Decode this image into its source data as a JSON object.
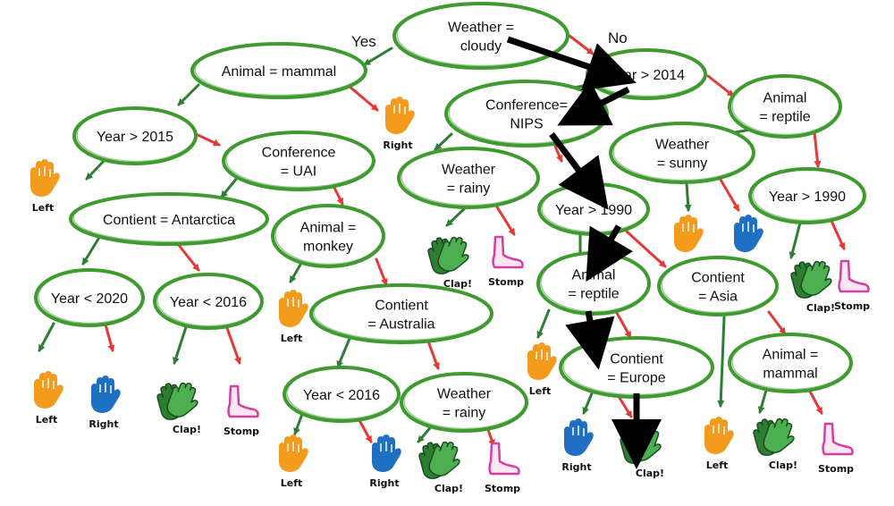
{
  "colors": {
    "node_stroke": "#3f9a2f",
    "yes_edge": "#2e7d32",
    "no_edge": "#e53935",
    "path_arrow": "#000000",
    "left_hand": "#f29b1d",
    "right_hand": "#1f6fc2",
    "clap": "#2e7d32",
    "stomp": "#d63fa0"
  },
  "branch_labels": {
    "yes": "Yes",
    "no": "No"
  },
  "nodes": {
    "n1": {
      "lines": [
        "Weather =",
        "cloudy"
      ]
    },
    "n2": {
      "lines": [
        "Animal = mammal"
      ]
    },
    "n3": {
      "lines": [
        "Year > 2014"
      ]
    },
    "n4": {
      "lines": [
        "Year > 2015"
      ]
    },
    "n5": {
      "lines": [
        "Conference",
        "= UAI"
      ]
    },
    "n6": {
      "lines": [
        "Contient = Antarctica"
      ]
    },
    "n7": {
      "lines": [
        "Year < 2020"
      ]
    },
    "n8": {
      "lines": [
        "Year < 2016"
      ]
    },
    "n9": {
      "lines": [
        "Animal =",
        "monkey"
      ]
    },
    "n10": {
      "lines": [
        "Contient",
        "= Australia"
      ]
    },
    "n11": {
      "lines": [
        "Year < 2016"
      ]
    },
    "n12": {
      "lines": [
        "Weather",
        "= rainy"
      ]
    },
    "n13": {
      "lines": [
        "Conference=",
        "NIPS"
      ]
    },
    "n14": {
      "lines": [
        "Weather",
        "= rainy"
      ]
    },
    "n15": {
      "lines": [
        "Year > 1990"
      ]
    },
    "n16": {
      "lines": [
        "Animal",
        "= reptile"
      ]
    },
    "n17": {
      "lines": [
        "Contient",
        "= Europe"
      ]
    },
    "n18": {
      "lines": [
        "Contient",
        "= Asia"
      ]
    },
    "n19": {
      "lines": [
        "Animal",
        "= reptile"
      ]
    },
    "n20": {
      "lines": [
        "Weather",
        "= sunny"
      ]
    },
    "n21": {
      "lines": [
        "Year > 1990"
      ]
    },
    "n22": {
      "lines": [
        "Animal =",
        "mammal"
      ]
    }
  },
  "leaves": {
    "l1": {
      "kind": "left",
      "label": "Right"
    },
    "l2": {
      "kind": "left",
      "label": "Left"
    },
    "l3": {
      "kind": "left",
      "label": "Left"
    },
    "l4": {
      "kind": "right",
      "label": "Right"
    },
    "l5": {
      "kind": "clap",
      "label": "Clap!"
    },
    "l6": {
      "kind": "stomp",
      "label": "Stomp"
    },
    "l7": {
      "kind": "left",
      "label": "Left"
    },
    "l8": {
      "kind": "left",
      "label": "Left"
    },
    "l9": {
      "kind": "right",
      "label": "Right"
    },
    "l10": {
      "kind": "clap",
      "label": "Clap!"
    },
    "l11": {
      "kind": "stomp",
      "label": "Stomp"
    },
    "l12": {
      "kind": "clap",
      "label": "Clap!"
    },
    "l13": {
      "kind": "stomp",
      "label": "Stomp"
    },
    "l14": {
      "kind": "left",
      "label": "Left"
    },
    "l15": {
      "kind": "right",
      "label": "Right"
    },
    "l16": {
      "kind": "clap",
      "label": "Clap!"
    },
    "l17": {
      "kind": "left",
      "label": "Left"
    },
    "l18": {
      "kind": "clap",
      "label": "Clap!"
    },
    "l19": {
      "kind": "stomp",
      "label": "Stomp"
    },
    "l20": {
      "kind": "left",
      "label": ""
    },
    "l21": {
      "kind": "right",
      "label": ""
    },
    "l22": {
      "kind": "clap",
      "label": "Clap!"
    },
    "l23": {
      "kind": "stomp",
      "label": "Stomp"
    }
  }
}
